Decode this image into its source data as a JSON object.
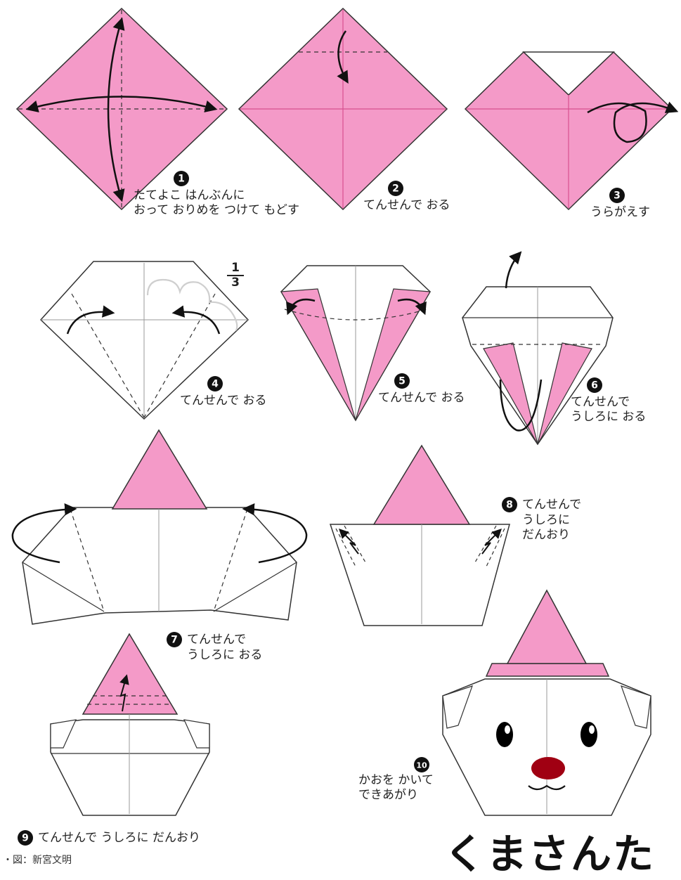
{
  "title": "くまさんた",
  "credit": "・図：新宮文明",
  "fraction": {
    "numerator": "1",
    "denominator": "3"
  },
  "colors": {
    "paper_pink": "#f49ac8",
    "crease": "#d8508f",
    "outline": "#333333",
    "nose": "#a00012"
  },
  "steps": [
    {
      "number": "1",
      "lines": [
        "たてよこ はんぶんに",
        "おって おりめを つけて もどす"
      ]
    },
    {
      "number": "2",
      "lines": [
        "てんせんで おる"
      ]
    },
    {
      "number": "3",
      "lines": [
        "うらがえす"
      ]
    },
    {
      "number": "4",
      "lines": [
        "てんせんで おる"
      ]
    },
    {
      "number": "5",
      "lines": [
        "てんせんで おる"
      ]
    },
    {
      "number": "6",
      "lines": [
        "てんせんで",
        "うしろに おる"
      ]
    },
    {
      "number": "7",
      "lines": [
        "てんせんで",
        "うしろに おる"
      ]
    },
    {
      "number": "8",
      "lines": [
        "てんせんで",
        "うしろに",
        "だんおり"
      ]
    },
    {
      "number": "9",
      "lines": [
        "てんせんで うしろに だんおり"
      ]
    },
    {
      "number": "10",
      "lines": [
        "かおを かいて",
        "できあがり"
      ]
    }
  ]
}
